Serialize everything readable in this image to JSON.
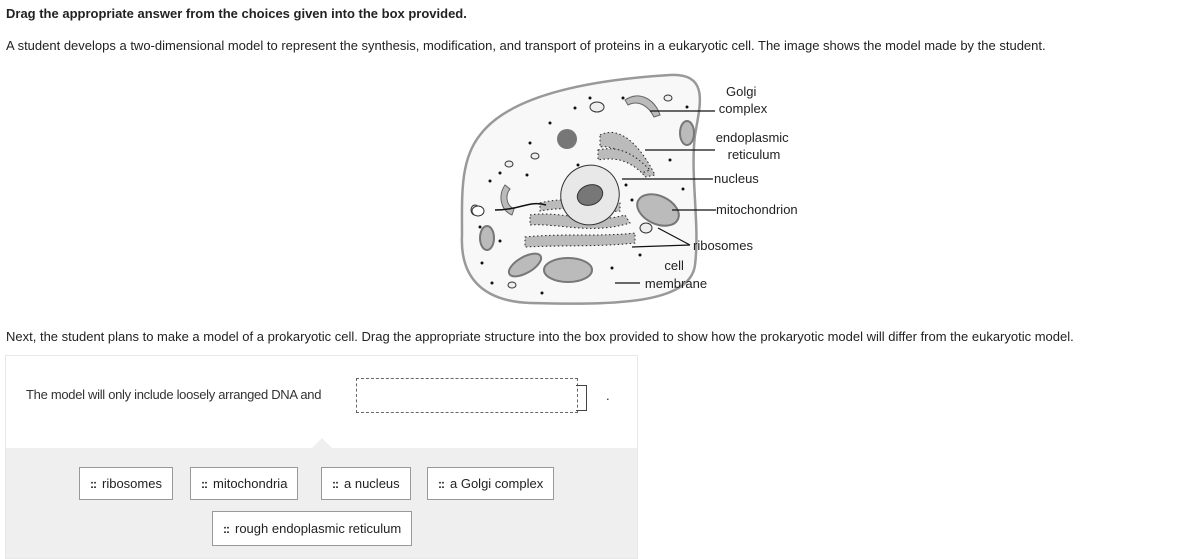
{
  "instruction": "Drag the appropriate answer from the choices given into the box provided.",
  "question_intro": "A student develops a two-dimensional model to represent the synthesis, modification, and transport of proteins in a eukaryotic cell. The image shows the model made by the student.",
  "diagram": {
    "labels": {
      "golgi_1": "Golgi",
      "golgi_2": "complex",
      "er_1": "endoplasmic",
      "er_2": "reticulum",
      "nucleus": "nucleus",
      "mitochondrion": "mitochondrion",
      "ribosomes": "ribosomes",
      "membrane_1": "cell",
      "membrane_2": "membrane"
    }
  },
  "question_prompt": "Next, the student plans to make a model of a prokaryotic cell. Drag the appropriate structure into the box provided to show how the prokaryotic model will differ from the eukaryotic model.",
  "answer": {
    "sentence": "The model will only include loosely arranged DNA and",
    "period": ".",
    "drop_value": ""
  },
  "choices": [
    {
      "label": "ribosomes"
    },
    {
      "label": "mitochondria"
    },
    {
      "label": "a nucleus"
    },
    {
      "label": "a Golgi complex"
    },
    {
      "label": "rough endoplasmic reticulum"
    }
  ],
  "grip_icon": "::"
}
